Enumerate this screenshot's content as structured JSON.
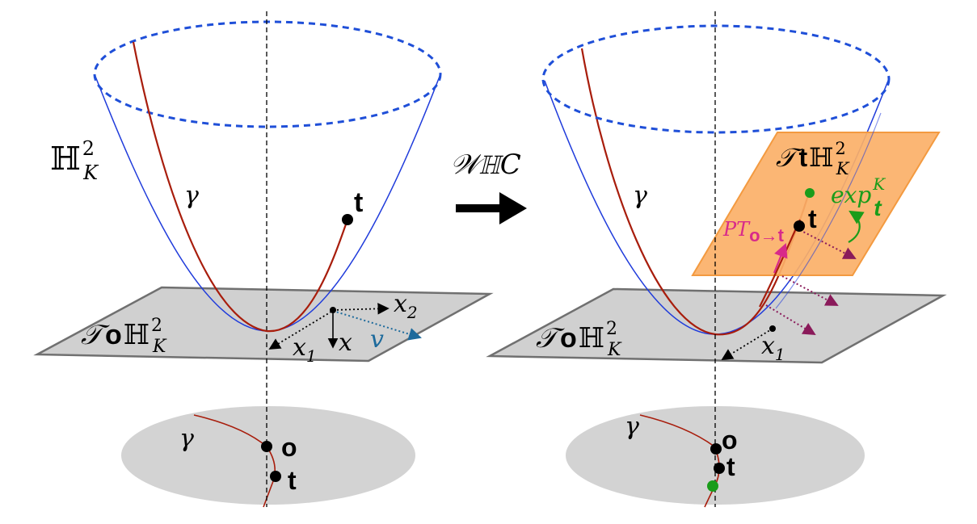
{
  "left_panel": {
    "manifold_label": {
      "base": "ℍ",
      "sup": "2",
      "sub": "K"
    },
    "geodesic_label": "γ",
    "point_t": "t",
    "tangent_plane_label": {
      "script": "𝒯",
      "point": "o",
      "base": "ℍ",
      "sup": "2",
      "sub": "K"
    },
    "axis_x1": {
      "base": "x",
      "sub": "1"
    },
    "axis_x2": {
      "base": "x",
      "sub": "2"
    },
    "axis_x": "x",
    "vector_v": "v",
    "disk_geodesic_label": "γ",
    "disk_point_o": "o",
    "disk_point_t": "t"
  },
  "transform_label": "𝒲ℍC",
  "right_panel": {
    "geodesic_label": "γ",
    "point_t": "t",
    "tangent_plane_t_label": {
      "script": "𝒯",
      "point": "t",
      "base": "ℍ",
      "sup": "2",
      "sub": "K"
    },
    "exp_label": {
      "base": "exp",
      "sub": "t",
      "sup": "K"
    },
    "pt_label": {
      "base": "PT",
      "sub": "o→t"
    },
    "tangent_plane_label": {
      "script": "𝒯",
      "point": "o",
      "base": "ℍ",
      "sup": "2",
      "sub": "K"
    },
    "axis_x1": {
      "base": "x",
      "sub": "1"
    },
    "disk_geodesic_label": "γ",
    "disk_point_o": "o",
    "disk_point_t": "t"
  },
  "colors": {
    "geodesic": "#a81d0c",
    "paraboloid": "#1f3bdb",
    "rim": "#1f4fd8",
    "plane_fill": "#d0d0d0",
    "plane_stroke": "#707070",
    "orange_plane": "#fbb068",
    "green": "#1a9c1a",
    "magenta": "#d82a8a",
    "vector_blue": "#1d6a9c",
    "maroon_arrow": "#8a1a5a"
  }
}
